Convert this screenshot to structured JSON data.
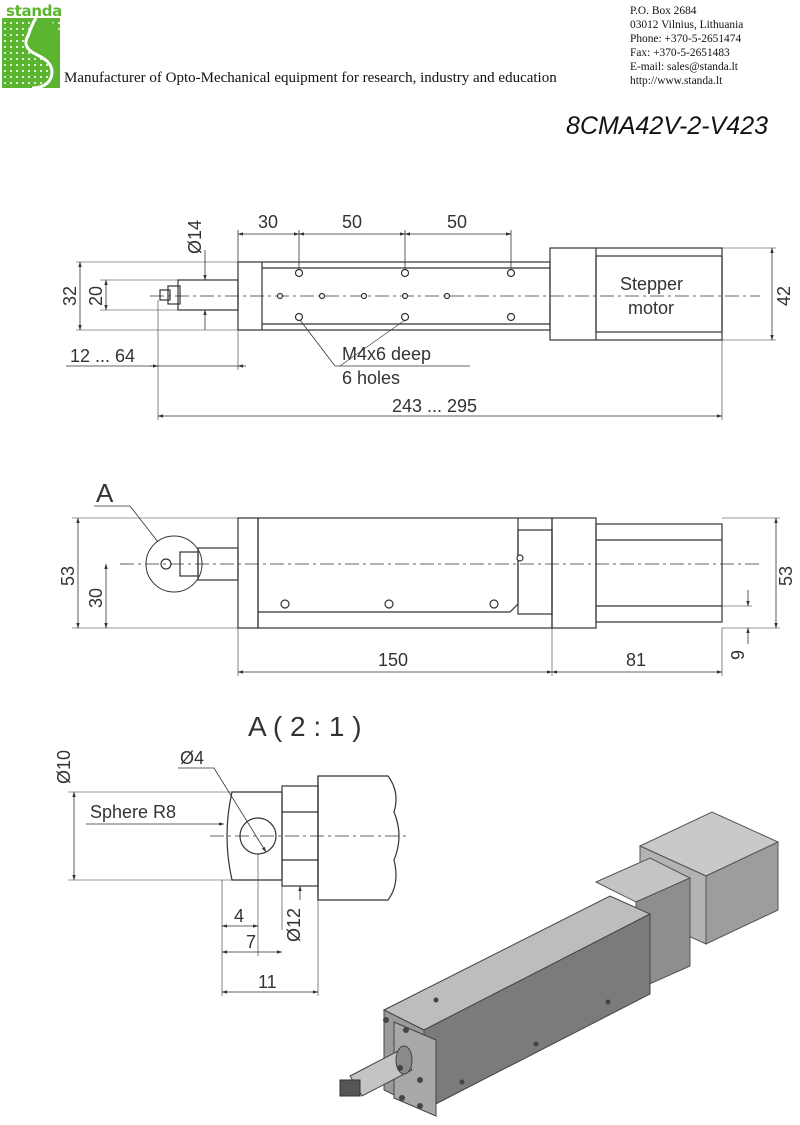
{
  "header": {
    "logo_text": "standa",
    "tagline": "Manufacturer of Opto-Mechanical equipment for research, industry and education",
    "contact": [
      "P.O. Box 2684",
      "03012 Vilnius, Lithuania",
      "Phone: +370-5-2651474",
      "Fax: +370-5-2651483",
      "E-mail: sales@standa.lt",
      "http://www.standa.lt"
    ],
    "brand_color": "#5cb531"
  },
  "model": "8CMA42V-2-V423",
  "top_view": {
    "dim_30": "30",
    "dim_50a": "50",
    "dim_50b": "50",
    "dim_dia14": "Ø14",
    "dim_32": "32",
    "dim_20": "20",
    "dim_42": "42",
    "dim_travel": "12 ... 64",
    "dim_length": "243 ... 295",
    "holes_note_1": "M4x6 deep",
    "holes_note_2": "6 holes",
    "motor_label_1": "Stepper",
    "motor_label_2": "motor"
  },
  "side_view": {
    "detail_ref": "A",
    "dim_53_left": "53",
    "dim_30": "30",
    "dim_150": "150",
    "dim_81": "81",
    "dim_53_right": "53",
    "dim_9": "9"
  },
  "detail": {
    "title": "A ( 2 : 1 )",
    "dim_dia10": "Ø10",
    "dim_dia4": "Ø4",
    "sphere_label": "Sphere R8",
    "dim_4": "4",
    "dim_7": "7",
    "dim_11": "11",
    "dim_dia12": "Ø12"
  }
}
